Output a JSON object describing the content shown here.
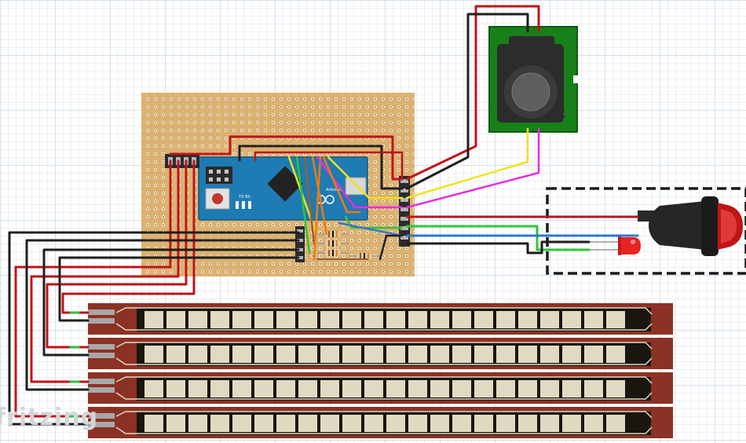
{
  "app": {
    "watermark": "fritzing"
  },
  "board": {
    "model_label": "Arduino",
    "tx_label": "TX",
    "rx_label": "RX"
  },
  "components": {
    "microcontroller": "arduino-micro",
    "joystick": "thumb-joystick",
    "push_button": "red-push-button",
    "led": "red-led",
    "flex_sensors": 4
  },
  "colors": {
    "grid_major": "#d4e0ea",
    "grid_minor": "#eaf0f5",
    "perfboard": "#dcb271",
    "arduino": "#1e7bb3",
    "joystick_pcb": "#188018",
    "flex_strip": "#8c3224",
    "wire_red": "#c0141a",
    "wire_black": "#1f1f1f",
    "wire_yellow": "#f2e21a",
    "wire_magenta": "#e62ee0",
    "wire_green": "#2ec43a",
    "wire_blue": "#2f78c8",
    "wire_orange": "#f07a14",
    "wire_brown": "#94603a"
  }
}
